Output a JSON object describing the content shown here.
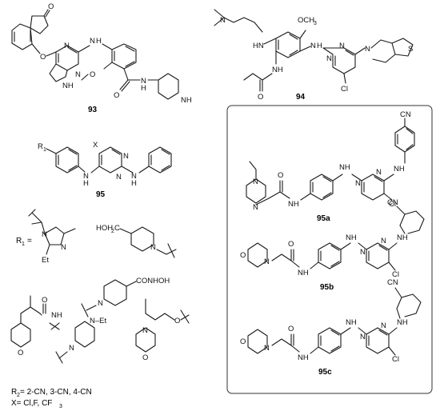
{
  "compounds": {
    "c93": "93",
    "c94": "94",
    "c95": "95",
    "c95a": "95a",
    "c95b": "95b",
    "c95c": "95c"
  },
  "r1_label": "R",
  "r1_sub": "1",
  "r1_eq": "=",
  "r2_line": "R",
  "r2_sub": "2",
  "r2_values": " = 2-CN, 3-CN, 4-CN",
  "x_line": "X= Cl,F, CF",
  "x_sub": "3",
  "atoms": {
    "O": "O",
    "N": "N",
    "NH": "NH",
    "H": "H",
    "HN": "HN",
    "OCH3": "OCH",
    "OCH3_sub": "3",
    "Cl": "Cl",
    "S": "S",
    "X": "X",
    "R1": "R",
    "R1_sub": "1",
    "CN": "CN",
    "Et": "Et",
    "HOH2C": "HOH",
    "HOH2C_sub": "2",
    "HOH2C_end": "C",
    "CONHOH": "CONHOH",
    "NEt": "N–Et"
  }
}
